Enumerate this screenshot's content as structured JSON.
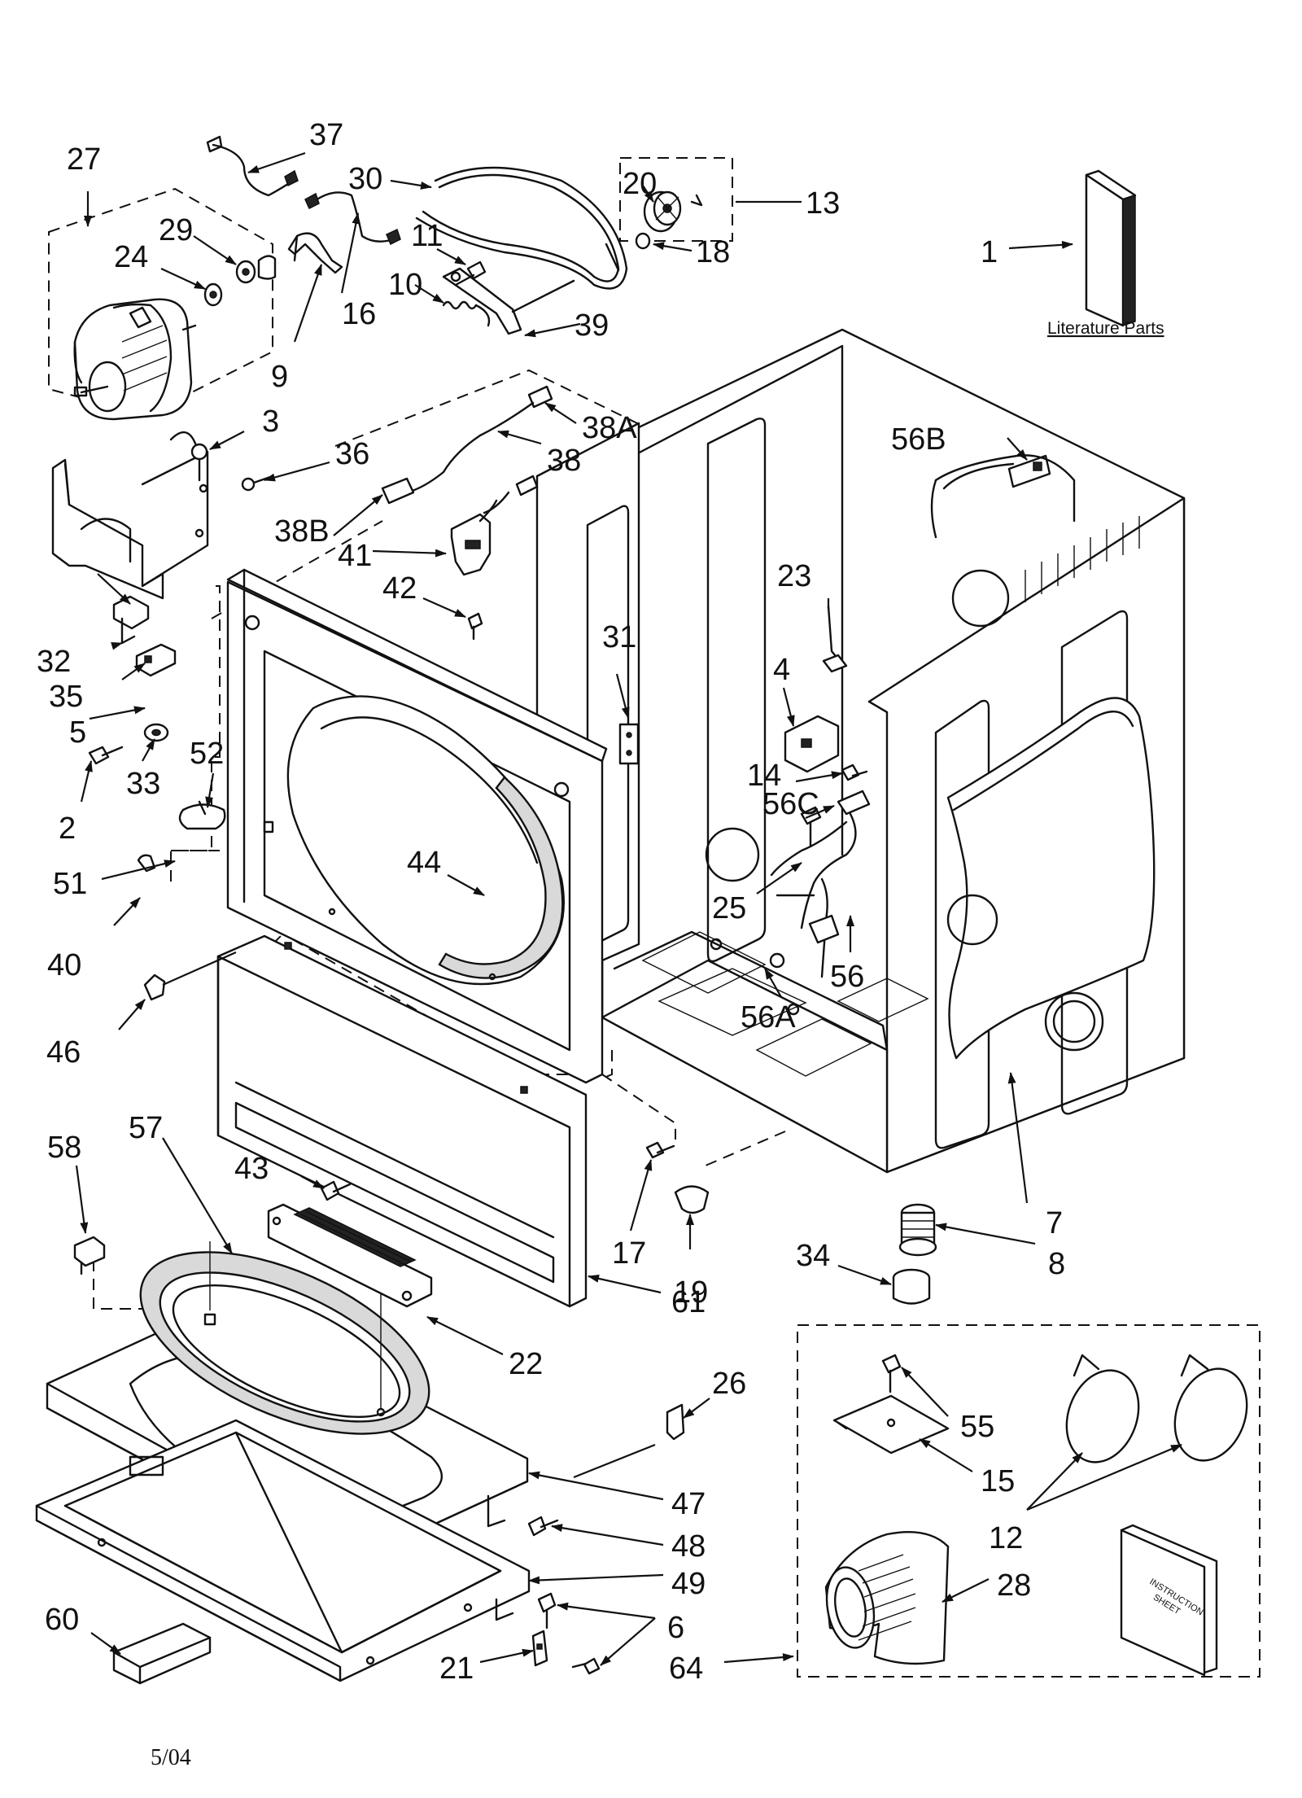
{
  "literature_label": "Literature Parts",
  "date_code": "5/04",
  "callouts": [
    {
      "n": "1"
    },
    {
      "n": "2"
    },
    {
      "n": "3"
    },
    {
      "n": "4"
    },
    {
      "n": "5"
    },
    {
      "n": "6"
    },
    {
      "n": "7"
    },
    {
      "n": "8"
    },
    {
      "n": "9"
    },
    {
      "n": "10"
    },
    {
      "n": "11"
    },
    {
      "n": "12"
    },
    {
      "n": "13"
    },
    {
      "n": "14"
    },
    {
      "n": "15"
    },
    {
      "n": "16"
    },
    {
      "n": "17"
    },
    {
      "n": "18"
    },
    {
      "n": "19"
    },
    {
      "n": "20"
    },
    {
      "n": "21"
    },
    {
      "n": "22"
    },
    {
      "n": "23"
    },
    {
      "n": "24"
    },
    {
      "n": "25"
    },
    {
      "n": "26"
    },
    {
      "n": "27"
    },
    {
      "n": "28"
    },
    {
      "n": "29"
    },
    {
      "n": "30"
    },
    {
      "n": "31"
    },
    {
      "n": "32"
    },
    {
      "n": "33"
    },
    {
      "n": "34"
    },
    {
      "n": "35"
    },
    {
      "n": "36"
    },
    {
      "n": "37"
    },
    {
      "n": "38"
    },
    {
      "n": "38A"
    },
    {
      "n": "38B"
    },
    {
      "n": "39"
    },
    {
      "n": "40"
    },
    {
      "n": "41"
    },
    {
      "n": "42"
    },
    {
      "n": "43"
    },
    {
      "n": "44"
    },
    {
      "n": "46"
    },
    {
      "n": "47"
    },
    {
      "n": "48"
    },
    {
      "n": "49"
    },
    {
      "n": "51"
    },
    {
      "n": "52"
    },
    {
      "n": "55"
    },
    {
      "n": "56"
    },
    {
      "n": "56A"
    },
    {
      "n": "56B"
    },
    {
      "n": "56C"
    },
    {
      "n": "57"
    },
    {
      "n": "58"
    },
    {
      "n": "60"
    },
    {
      "n": "61"
    },
    {
      "n": "64"
    }
  ],
  "instruction_sheet_text": [
    "INSTRUCTION",
    "SHEET"
  ]
}
